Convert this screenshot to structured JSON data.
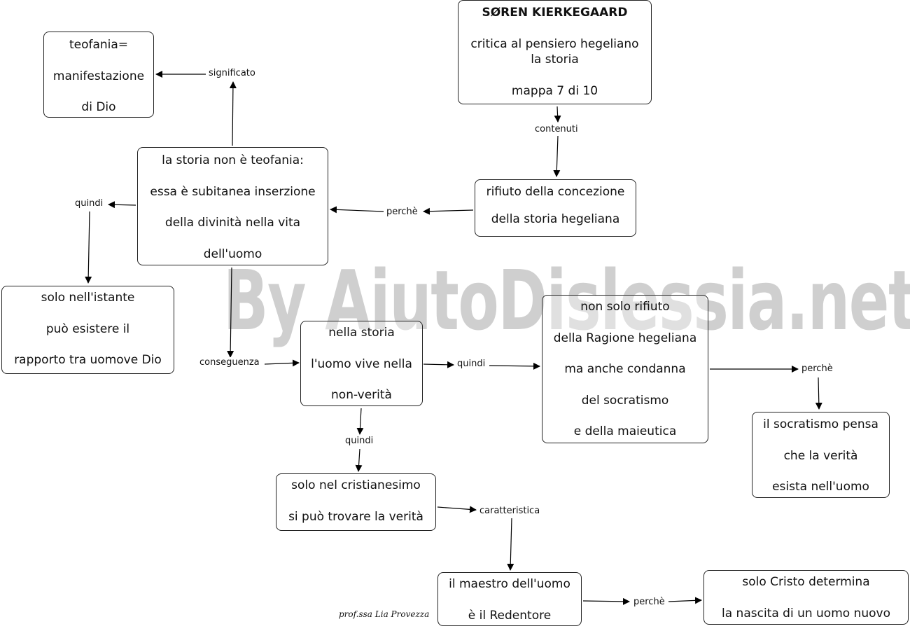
{
  "watermark": "By AiutoDislessia.net",
  "signature": "prof.ssa Lia Provezza",
  "nodes": {
    "title": {
      "heading": "SØREN KIERKEGAARD",
      "subtitle1": "critica al pensiero hegeliano",
      "subtitle2": "la storia",
      "map": "mappa 7 di 10"
    },
    "rifiuto": [
      "rifiuto della concezione",
      "della storia hegeliana"
    ],
    "storia_non_teofania": [
      "la storia non è teofania:",
      "essa è subitanea inserzione",
      "della divinità nella vita",
      "dell'uomo"
    ],
    "teofania": [
      "teofania=",
      "manifestazione",
      "di Dio"
    ],
    "istante": [
      "solo nell'istante",
      "può esistere il",
      "rapporto tra uomove Dio"
    ],
    "non_verita": [
      "nella storia",
      "l'uomo vive nella",
      "non-verità"
    ],
    "non_solo": [
      "non solo rifiuto",
      "della Ragione hegeliana",
      "ma anche condanna",
      "del socratismo",
      "e della maieutica"
    ],
    "socratismo": [
      "il socratismo pensa",
      "che la verità",
      "esista nell'uomo"
    ],
    "cristianesimo": [
      "solo nel cristianesimo",
      "si può trovare la verità"
    ],
    "maestro": [
      "il maestro dell'uomo",
      "è il Redentore"
    ],
    "cristo": [
      "solo Cristo determina",
      "la nascita  di un uomo nuovo"
    ]
  },
  "labels": {
    "contenuti": "contenuti",
    "perche_1": "perchè",
    "significato": "significato",
    "quindi_1": "quindi",
    "conseguenza": "conseguenza",
    "quindi_2": "quindi",
    "perche_2": "perchè",
    "quindi_3": "quindi",
    "caratteristica": "caratteristica",
    "perche_3": "perchè"
  },
  "colors": {
    "line": "#000000",
    "border": "#222222",
    "watermark": "#cfcfcf"
  }
}
